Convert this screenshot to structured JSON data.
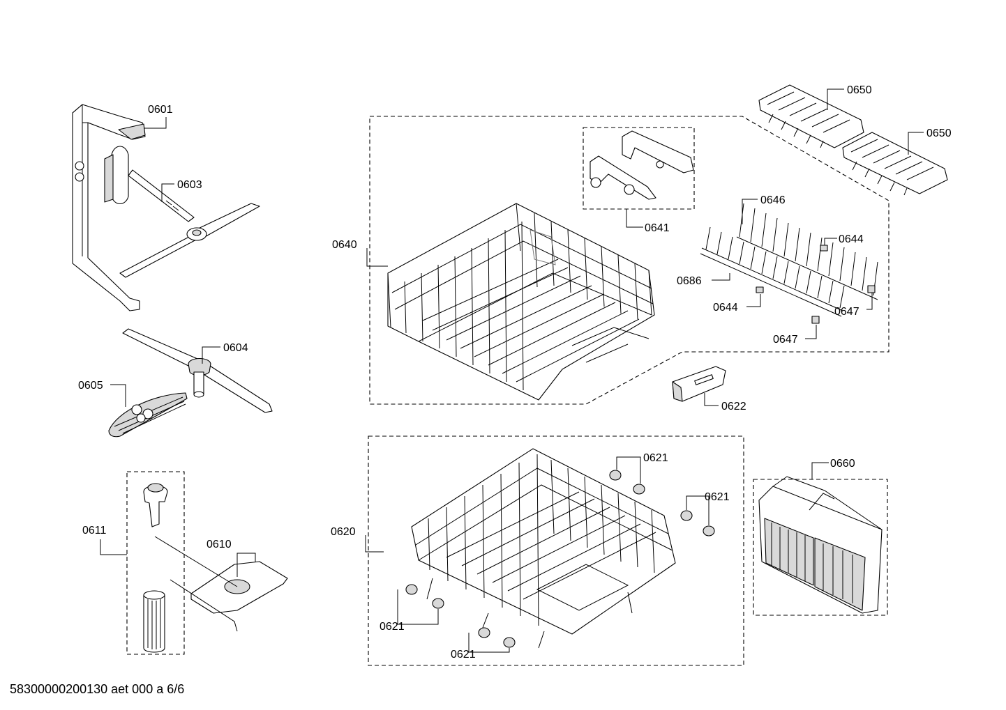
{
  "footer": {
    "drawing_id": "58300000200130 aet 000 a 6/6"
  },
  "callouts": {
    "c0601": "0601",
    "c0603": "0603",
    "c0604": "0604",
    "c0605": "0605",
    "c0611": "0611",
    "c0610": "0610",
    "c0640": "0640",
    "c0641": "0641",
    "c0650a": "0650",
    "c0650b": "0650",
    "c0646": "0646",
    "c0644a": "0644",
    "c0644b": "0644",
    "c0686": "0686",
    "c0647a": "0647",
    "c0647b": "0647",
    "c0622": "0622",
    "c0620": "0620",
    "c0621a": "0621",
    "c0621b": "0621",
    "c0621c": "0621",
    "c0621d": "0621",
    "c0660": "0660"
  }
}
